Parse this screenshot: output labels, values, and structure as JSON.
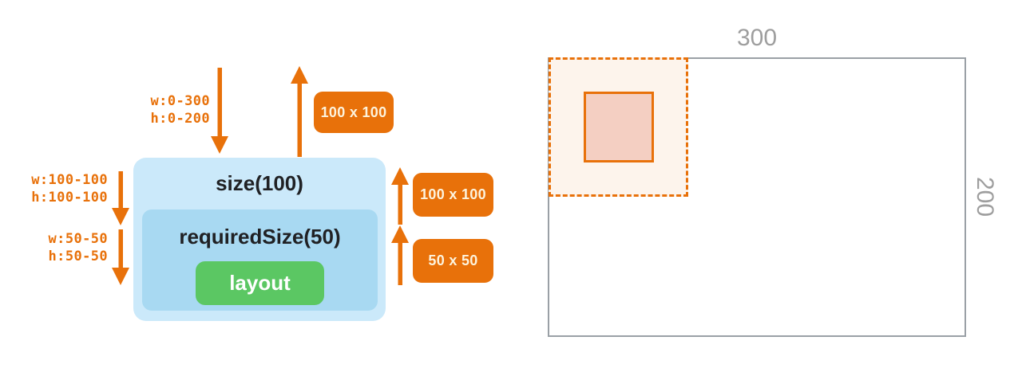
{
  "left_diagram": {
    "incoming_constraints": {
      "line1": "w:0-300",
      "line2": "h:0-200"
    },
    "size_constraints": {
      "line1": "w:100-100",
      "line2": "h:100-100"
    },
    "required_size_constraints": {
      "line1": "w:50-50",
      "line2": "h:50-50"
    },
    "outer_modifier_label": "size(100)",
    "inner_modifier_label": "requiredSize(50)",
    "layout_node_label": "layout",
    "top_result_badge": "100 x 100",
    "middle_result_badge": "100 x 100",
    "bottom_result_badge": "50 x 50"
  },
  "right_diagram": {
    "width_label": "300",
    "height_label": "200"
  },
  "colors": {
    "accent_orange": "#e8710a",
    "badge_text": "#fdf3dd",
    "outer_box_blue": "#cbe9fa",
    "inner_box_blue": "#a8d9f2",
    "layout_green": "#5bc763",
    "dark_text": "#202124",
    "gray_border": "#9aa0a6",
    "gray_label": "#9e9e9e",
    "dashed_region_fill": "#fdf4ec",
    "placed_square_fill": "#f4cfc2"
  }
}
